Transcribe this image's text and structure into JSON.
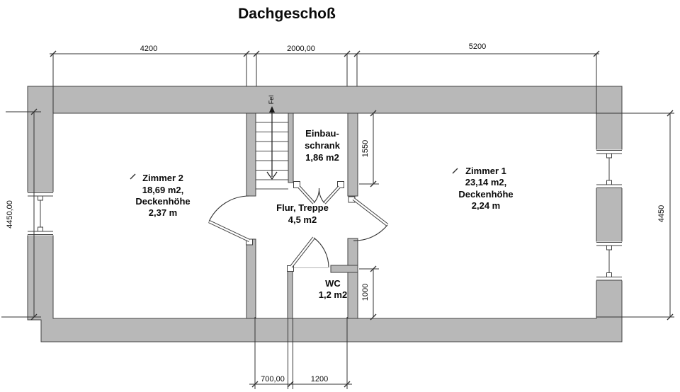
{
  "title": "Dachgeschoß",
  "rooms": {
    "zimmer2": {
      "lines": [
        "Zimmer 2",
        "18,69 m2,",
        "Deckenhöhe",
        "2,37 m"
      ]
    },
    "zimmer1": {
      "lines": [
        "Zimmer 1",
        "23,14 m2,",
        "Deckenhöhe",
        "2,24 m"
      ]
    },
    "schrank": {
      "lines": [
        "Einbau-",
        "schrank",
        "1,86 m2"
      ]
    },
    "flur": {
      "lines": [
        "Flur, Treppe",
        "4,5 m2"
      ]
    },
    "wc": {
      "lines": [
        "WC",
        "1,2 m2"
      ]
    }
  },
  "dimensions": {
    "top_zimmer2": "4200",
    "top_mitte": "2000,00",
    "top_zimmer1": "5200",
    "left_height": "4450,00",
    "right_height": "4450",
    "schrank_depth": "1550",
    "wc_depth": "1000",
    "bottom_flur": "700,00",
    "bottom_wc": "1200"
  },
  "annotations": {
    "stair_label": "Fel"
  },
  "colors": {
    "wall_fill": "#b8b8b8",
    "wall_stroke": "#424242",
    "line": "#333333",
    "text": "#0a0a0a",
    "background": "#ffffff"
  }
}
